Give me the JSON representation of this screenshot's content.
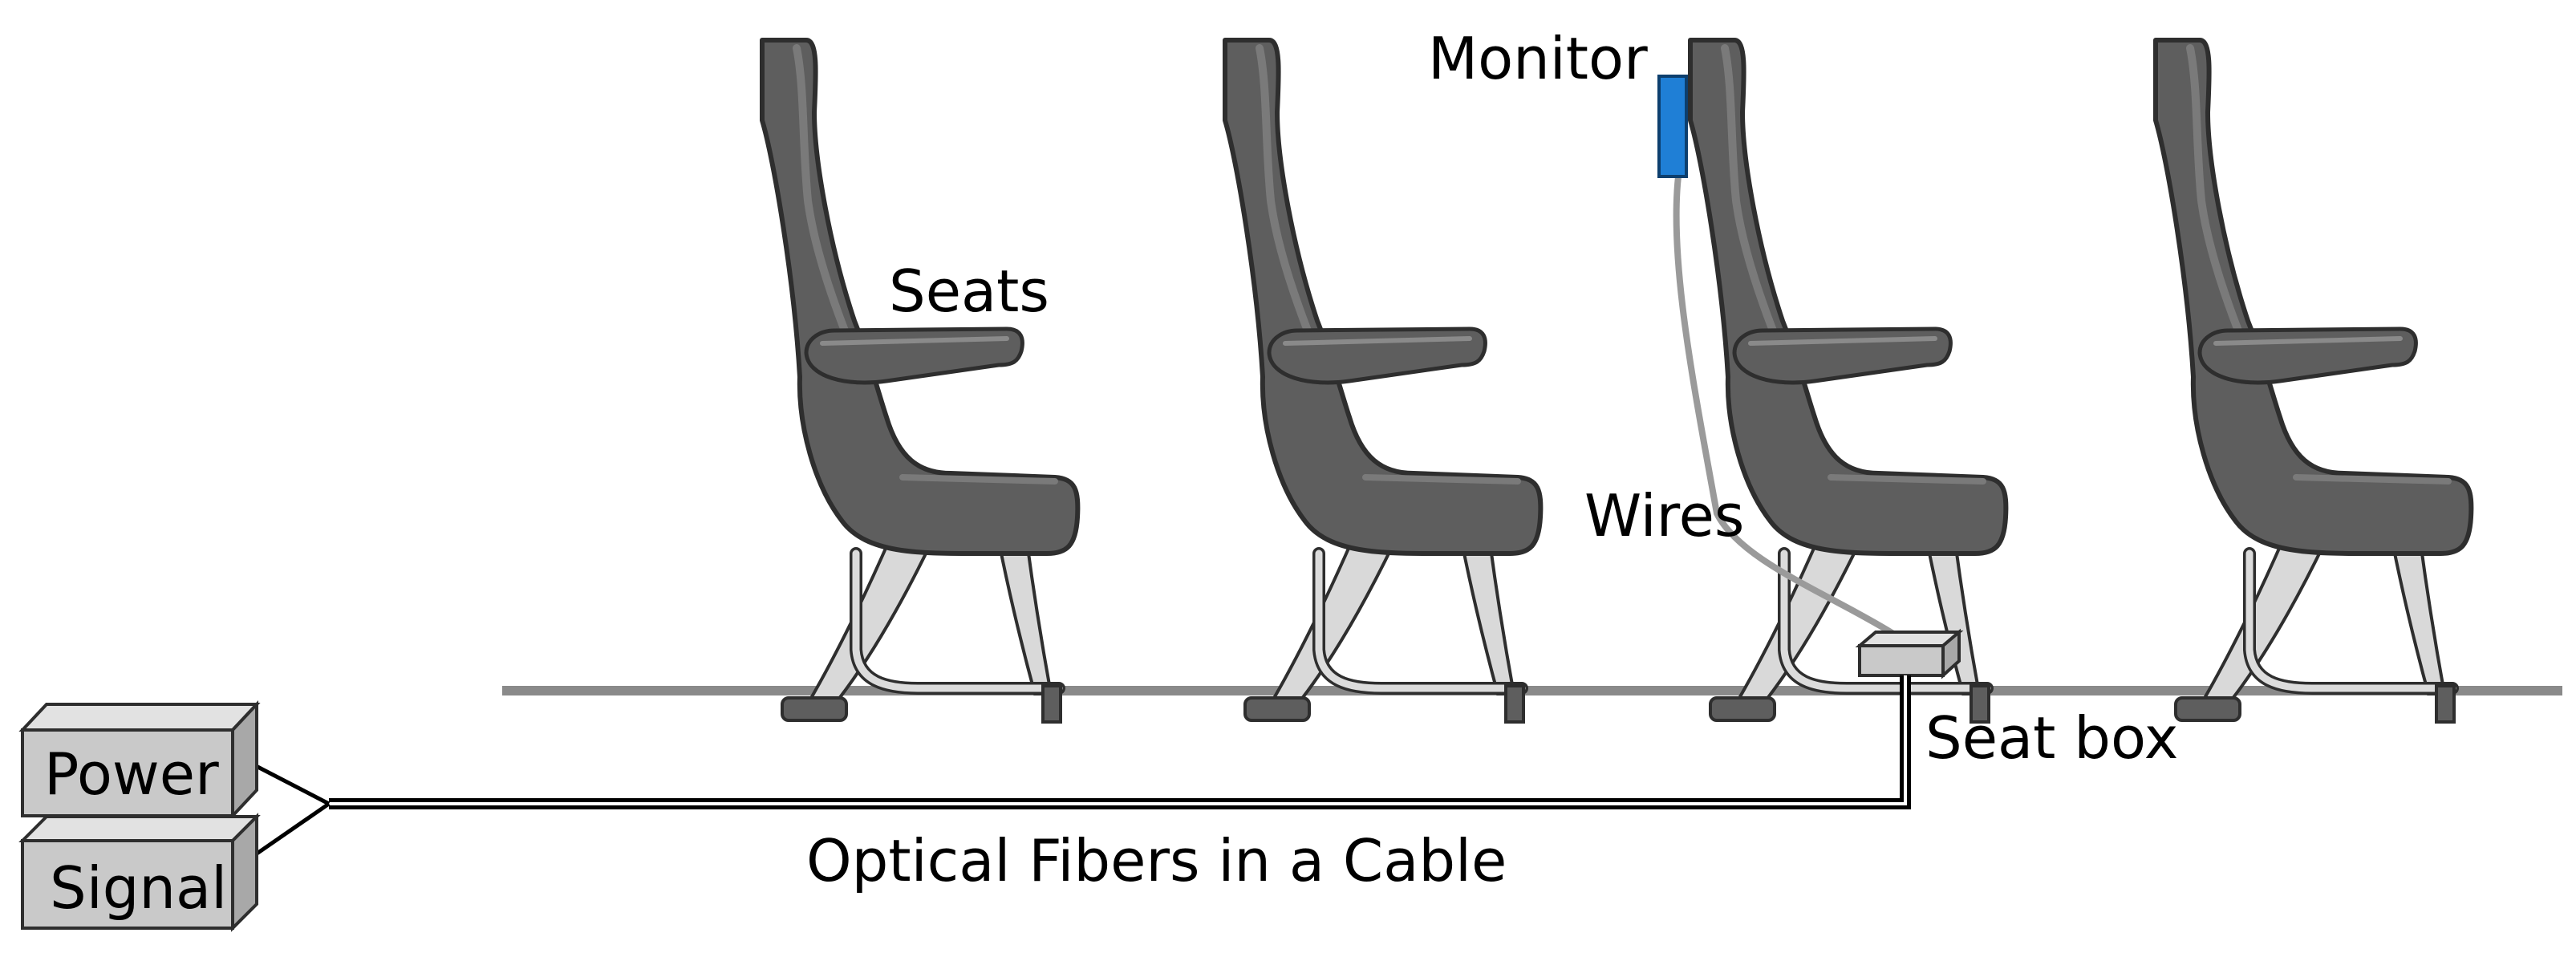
{
  "labels": {
    "monitor": "Monitor",
    "seats": "Seats",
    "wires": "Wires",
    "seat_box": "Seat box",
    "cable": "Optical Fibers in a Cable",
    "power": "Power",
    "signal": "Signal"
  },
  "colors": {
    "seat_dark": "#5e5e5e",
    "seat_outline": "#2e2e2e",
    "seat_highlight": "#7a7a7a",
    "leg_light": "#d9d9d9",
    "floor": "#8a8a8a",
    "monitor": "#1f7fd6",
    "box_front": "#c9c9c9",
    "box_top": "#e2e2e2",
    "box_side": "#a8a8a8"
  }
}
